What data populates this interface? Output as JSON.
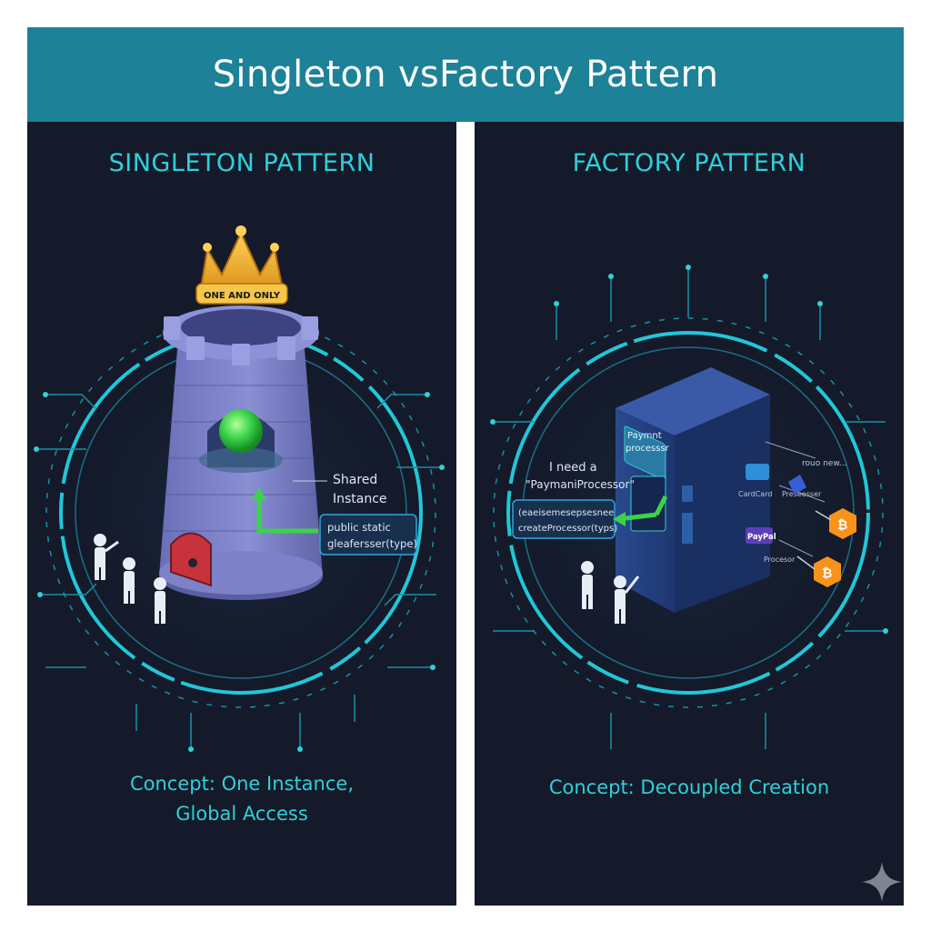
{
  "header": {
    "title": "Singleton vsFactory Pattern"
  },
  "singleton": {
    "title": "SINGLETON PATTERN",
    "crown_text": "ONE AND ONLY",
    "shared_label_line1": "Shared",
    "shared_label_line2": "Instance",
    "code_line1": "public static",
    "code_line2": "gleafersser(type)",
    "concept_line1": "Concept: One Instance,",
    "concept_line2": "Global Access"
  },
  "factory": {
    "title": "FACTORY PATTERN",
    "machine_label_line1": "Paymnt",
    "machine_label_line2": "processsr",
    "request_line1": "I need a",
    "request_line2": "\"PaymaniProcessor\"",
    "code_line1": "(eaeisemesepsesnee",
    "code_line2": "createProcessor(typs)",
    "product_label1": "rouo new...",
    "product_label2": "CardCard",
    "product_label3": "Preseesser",
    "paypal_text": "PayPal",
    "product_label4": "Procesor",
    "concept_line1": "Concept: Decoupled Creation"
  },
  "colors": {
    "header_bg": "#1d8197",
    "panel_bg": "#141a2a",
    "accent_cyan": "#2fd0d8",
    "tower": "#7d82c8",
    "orb_green": "#3bd34a",
    "door_red": "#c8323c",
    "crown_gold": "#f2b233",
    "machine": "#25407e",
    "bitcoin": "#f7931a"
  }
}
